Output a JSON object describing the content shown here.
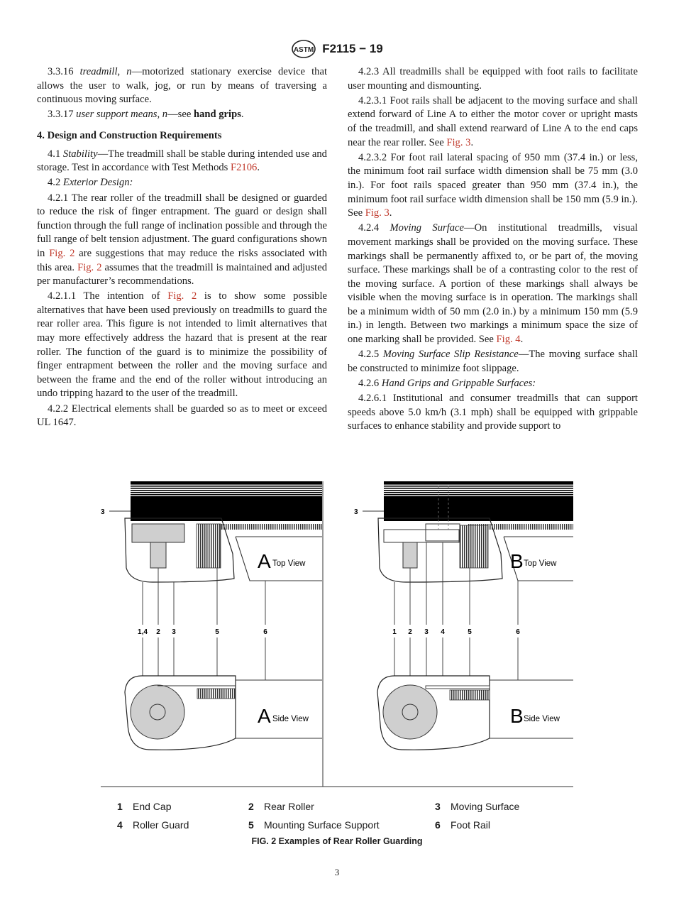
{
  "header": {
    "designation": "F2115 − 19",
    "logo_text": "ASTM"
  },
  "left": {
    "p1_num": "3.3.16",
    "p1_term": "treadmill, n",
    "p1_text": "—motorized stationary exercise device that allows the user to walk, jog, or run by means of traversing a continuous moving surface.",
    "p2_num": "3.3.17",
    "p2_term": "user support means, n",
    "p2_pre": "—see ",
    "p2_bold": "hand grips",
    "p2_post": ".",
    "section_heading": "4. Design and Construction Requirements",
    "p3_num": "4.1",
    "p3_term": "Stability",
    "p3_text": "—The treadmill shall be stable during intended use and storage. Test in accordance with Test Methods ",
    "p3_link": "F2106",
    "p3_post": ".",
    "p4_num": "4.2",
    "p4_term": "Exterior Design:",
    "p5_a": "4.2.1 The rear roller of the treadmill shall be designed or guarded to reduce the risk of finger entrapment. The guard or design shall function through the full range of inclination possible and through the full range of belt tension adjustment. The guard configurations shown in ",
    "p5_link1": "Fig. 2",
    "p5_b": " are suggestions that may reduce the risks associated with this area. ",
    "p5_link2": "Fig. 2",
    "p5_c": " assumes that the treadmill is maintained and adjusted per manufacturer’s recommendations.",
    "p6_a": "4.2.1.1 The intention of ",
    "p6_link": "Fig. 2",
    "p6_b": " is to show some possible alternatives that have been used previously on treadmills to guard the rear roller area. This figure is not intended to limit alternatives that may more effectively address the hazard that is present at the rear roller. The function of the guard is to minimize the possibility of finger entrapment between the roller and the moving surface and between the frame and the end of the roller without introducing an undo tripping hazard to the user of the treadmill.",
    "p7": "4.2.2 Electrical elements shall be guarded so as to meet or exceed UL 1647."
  },
  "right": {
    "p1": "4.2.3 All treadmills shall be equipped with foot rails to facilitate user mounting and dismounting.",
    "p2_a": "4.2.3.1 Foot rails shall be adjacent to the moving surface and shall extend forward of Line A to either the motor cover or upright masts of the treadmill, and shall extend rearward of Line A to the end caps near the rear roller. See ",
    "p2_link": "Fig. 3",
    "p2_post": ".",
    "p3_a": "4.2.3.2 For foot rail lateral spacing of 950 mm (37.4 in.) or less, the minimum foot rail surface width dimension shall be 75 mm (3.0 in.). For foot rails spaced greater than 950 mm (37.4 in.), the minimum foot rail surface width dimension shall be 150 mm (5.9 in.). See ",
    "p3_link": "Fig. 3",
    "p3_post": ".",
    "p4_num": "4.2.4",
    "p4_term": "Moving Surface",
    "p4_a": "—On institutional treadmills, visual movement markings shall be provided on the moving surface. These markings shall be permanently affixed to, or be part of, the moving surface. These markings shall be of a contrasting color to the rest of the moving surface. A portion of these markings shall always be visible when the moving surface is in operation. The markings shall be a minimum width of 50 mm (2.0 in.) by a minimum 150 mm (5.9 in.) in length. Between two markings a minimum space the size of one marking shall be provided. See ",
    "p4_link": "Fig. 4",
    "p4_post": ".",
    "p5_num": "4.2.5",
    "p5_term": "Moving Surface Slip Resistance",
    "p5_text": "—The moving surface shall be constructed to minimize foot slippage.",
    "p6_num": "4.2.6",
    "p6_term": "Hand Grips and Grippable Surfaces:",
    "p7": "4.2.6.1 Institutional and consumer treadmills that can support speeds above 5.0 km/h (3.1 mph) shall be equipped with grippable surfaces to enhance stability and provide support to"
  },
  "figure": {
    "a_letter": "A",
    "b_letter": "B",
    "top_view": "Top View",
    "side_view": "Side View",
    "callout_3": "3",
    "a_labels": [
      "1,4",
      "2",
      "3",
      "5",
      "6"
    ],
    "b_labels": [
      "1",
      "2",
      "3",
      "4",
      "5",
      "6"
    ]
  },
  "legend": [
    {
      "num": "1",
      "label": "End Cap"
    },
    {
      "num": "2",
      "label": "Rear Roller"
    },
    {
      "num": "3",
      "label": "Moving Surface"
    },
    {
      "num": "4",
      "label": "Roller Guard"
    },
    {
      "num": "5",
      "label": "Mounting Surface Support"
    },
    {
      "num": "6",
      "label": "Foot Rail"
    }
  ],
  "caption": "FIG. 2 Examples of Rear Roller Guarding",
  "page_number": "3"
}
